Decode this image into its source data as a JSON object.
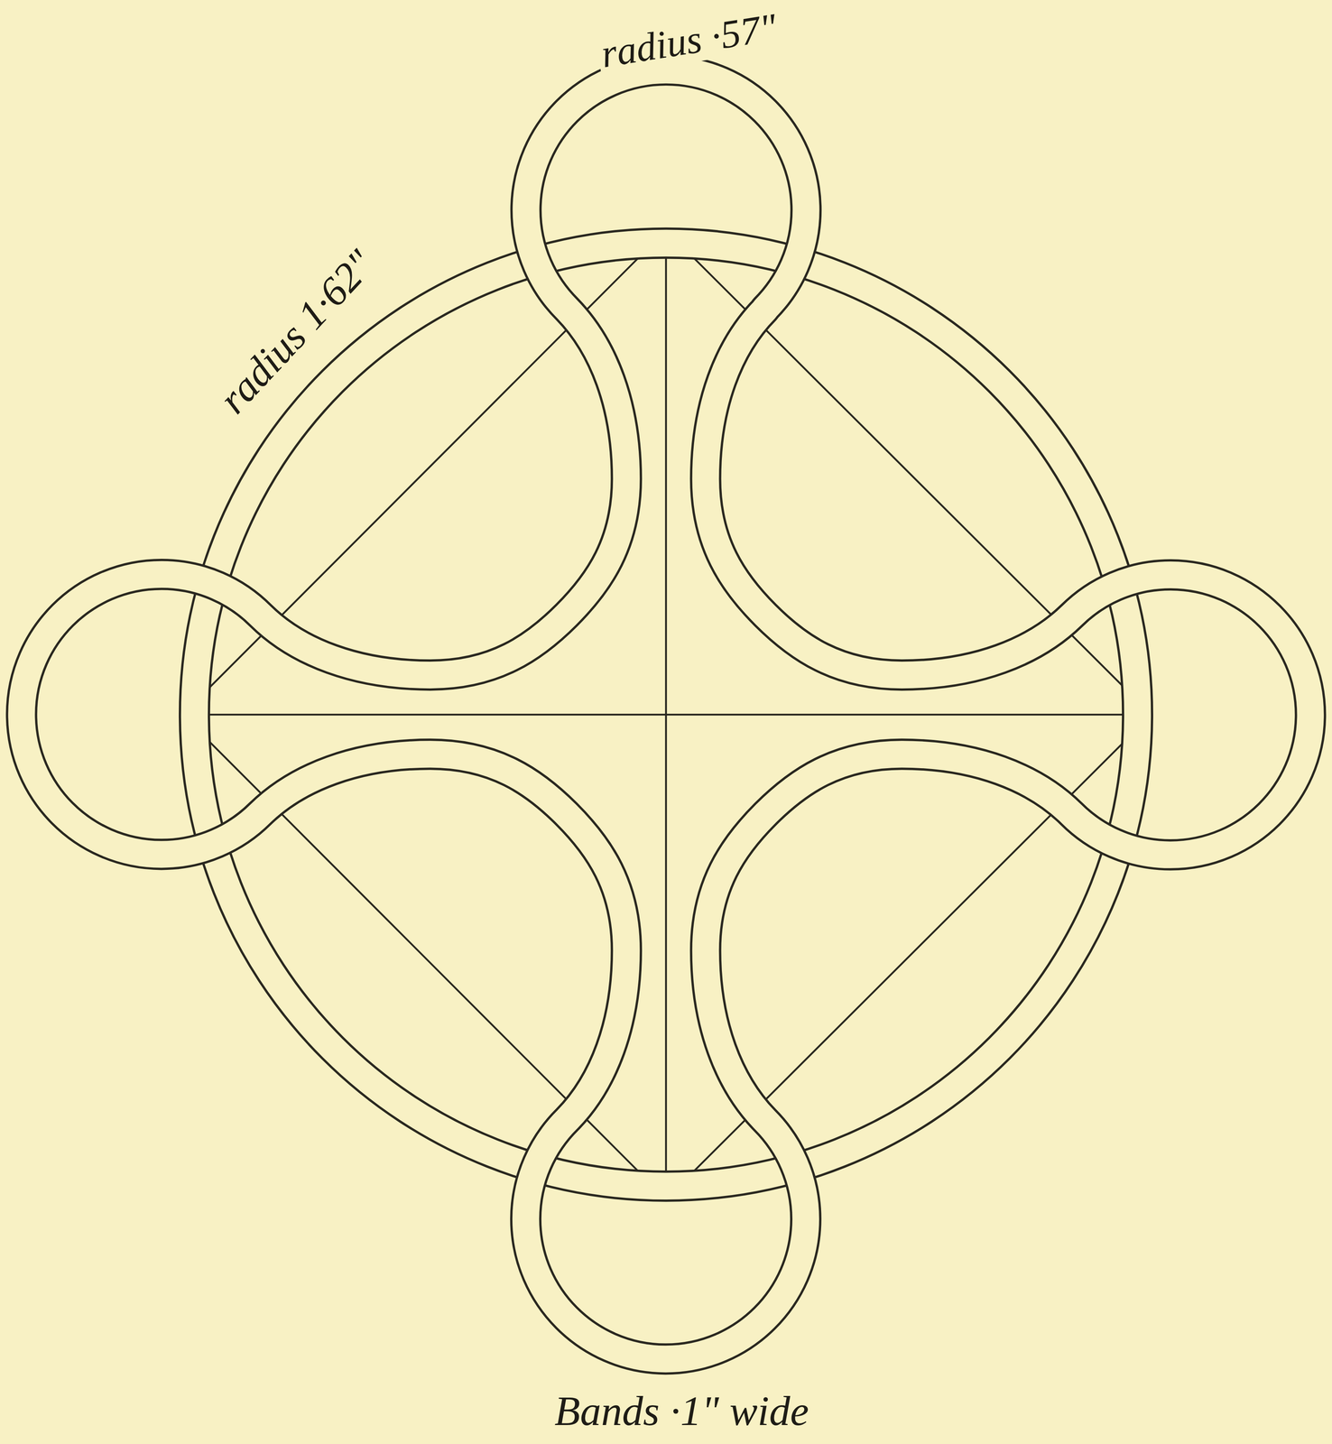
{
  "diagram": {
    "labels": [
      "radius ·57\"",
      "radius 1·62\"",
      "Bands ·1\" wide"
    ]
  }
}
